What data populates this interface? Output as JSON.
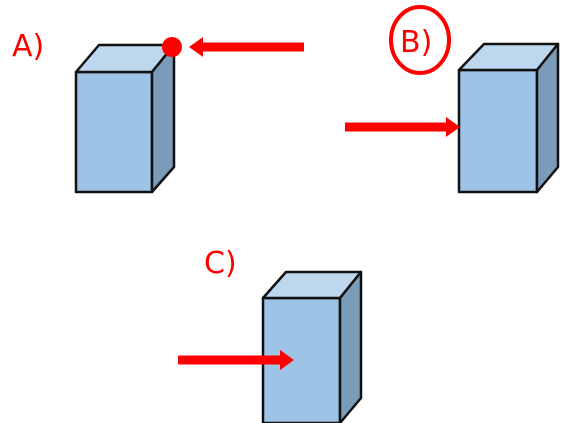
{
  "labels": {
    "a": "A)",
    "b": "B)",
    "c": "C)"
  },
  "colors": {
    "box_front": "#9DC3E6",
    "box_top": "#BDD7EE",
    "box_side": "#7A9CB8",
    "box_outline": "#111111",
    "arrow": "#FF0000",
    "label": "#FF0000"
  },
  "icons": {
    "arrow": "arrow-icon",
    "point_of_application": "dot-icon",
    "answer_marker": "circle-highlight"
  }
}
